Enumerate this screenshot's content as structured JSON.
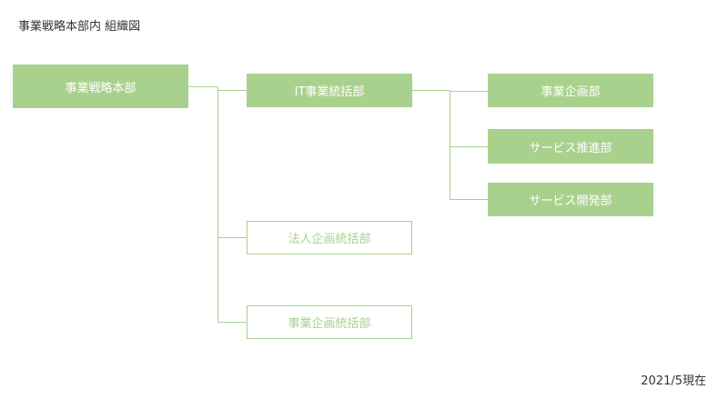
{
  "title": "事業戦略本部内 組織図",
  "as_of": "2021/5現在",
  "colors": {
    "accent": "#a9d18e",
    "text": "#333333",
    "background": "#ffffff"
  },
  "org": {
    "root": "事業戦略本部",
    "divisions": [
      {
        "label": "IT事業統括部",
        "style": "filled",
        "departments": [
          "事業企画部",
          "サービス推進部",
          "サービス開発部"
        ]
      },
      {
        "label": "法人企画統括部",
        "style": "outline",
        "departments": []
      },
      {
        "label": "事業企画統括部",
        "style": "outline",
        "departments": []
      }
    ]
  }
}
